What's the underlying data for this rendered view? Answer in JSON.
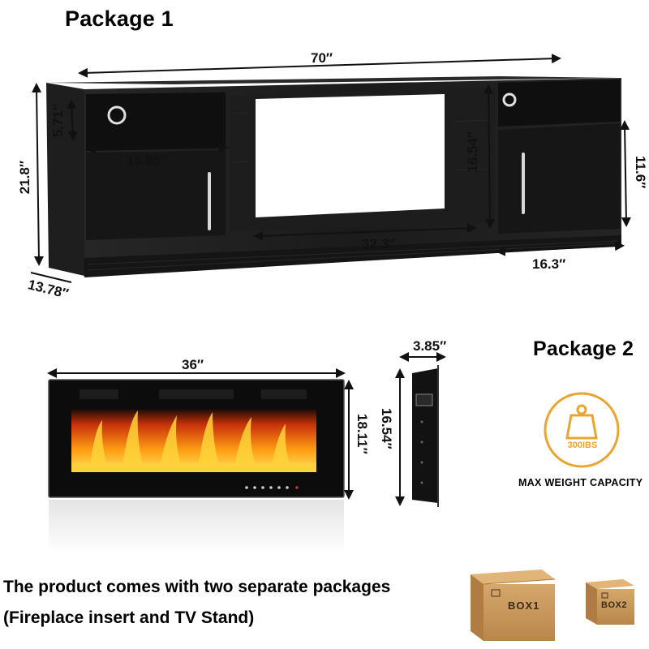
{
  "package1": {
    "title": "Package 1",
    "dimensions": {
      "width": "70″",
      "height": "21.8″",
      "depth": "13.78″",
      "shelf_height": "5.71″",
      "shelf_width": "16.85″",
      "opening_height": "16.54″",
      "opening_width": "32.3″",
      "cabinet_height": "11.6″",
      "cabinet_width": "16.3″"
    }
  },
  "package2": {
    "title": "Package 2",
    "dimensions": {
      "width": "36″",
      "height": "18.11″",
      "side_height": "16.54″",
      "depth": "3.85″"
    },
    "weight_badge": {
      "label": "300IBS",
      "caption": "MAX WEIGHT CAPACITY",
      "color": "#e8a531"
    }
  },
  "description": {
    "line1": "The product comes with two separate packages",
    "line2": "(Fireplace insert and TV Stand)"
  },
  "boxes": [
    {
      "label": "BOX1"
    },
    {
      "label": "BOX2"
    }
  ],
  "colors": {
    "cabinet": "#1c1c1c",
    "box": "#c99a5f",
    "flame": "#f7a21b"
  }
}
